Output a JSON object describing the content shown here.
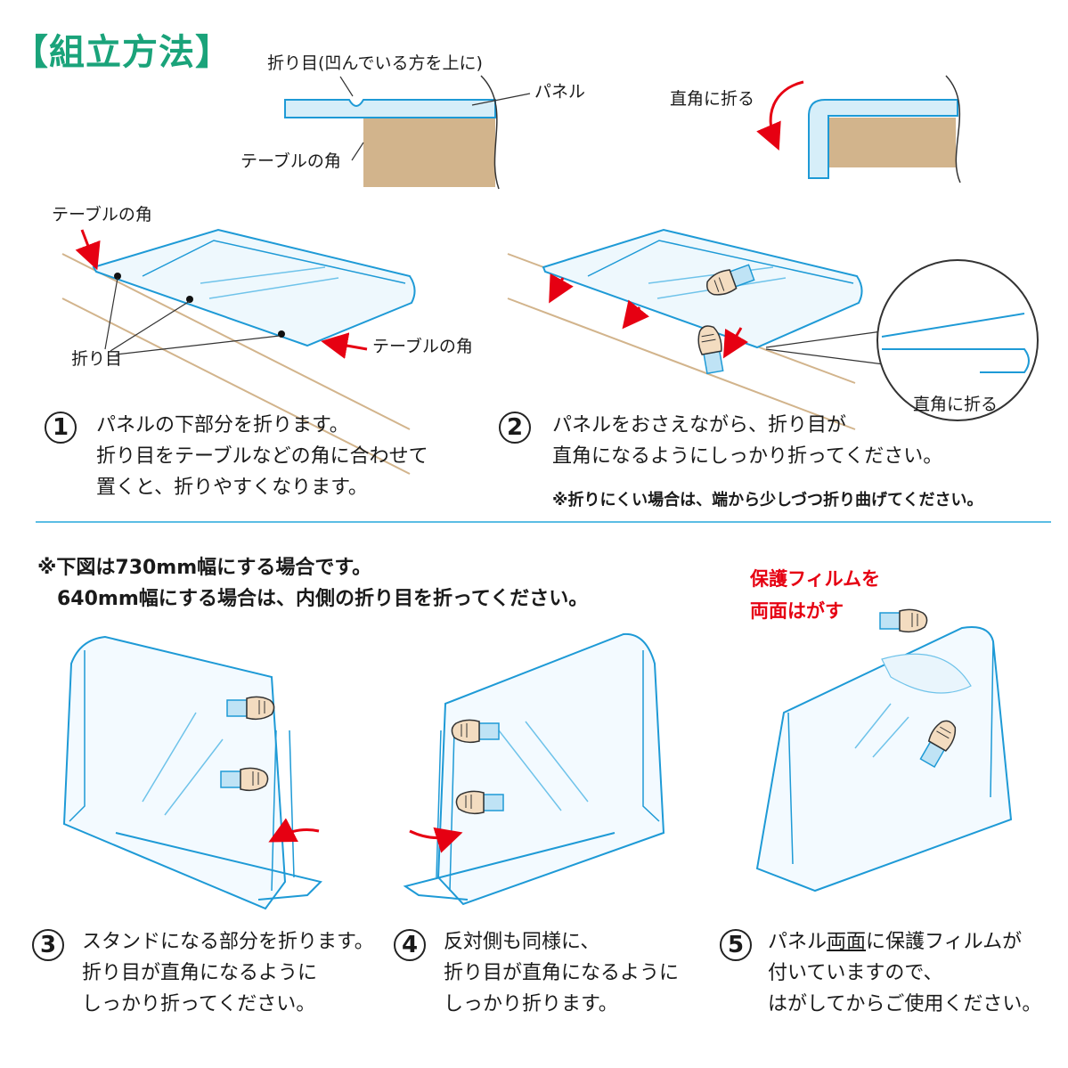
{
  "title": "【組立方法】",
  "top_diagram": {
    "fold_label": "折り目(凹んでいる方を上に)",
    "panel_label": "パネル",
    "table_corner_label": "テーブルの角",
    "right_angle_label": "直角に折る"
  },
  "step1": {
    "number": "1",
    "table_corner_top": "テーブルの角",
    "table_corner_right": "テーブルの角",
    "fold_label": "折り目",
    "text": [
      "パネルの下部分を折ります。",
      "折り目をテーブルなどの角に合わせて",
      "置くと、折りやすくなります。"
    ]
  },
  "step2": {
    "number": "2",
    "zoom_label": "直角に折る",
    "text": [
      "パネルをおさえながら、折り目が",
      "直角になるようにしっかり折ってください。"
    ],
    "note": "※折りにくい場合は、端から少しづつ折り曲げてください。"
  },
  "lower_note": [
    "※下図は730mm幅にする場合です。",
    "640mm幅にする場合は、内側の折り目を折ってください。"
  ],
  "film_note": [
    "保護フィルムを",
    "両面はがす"
  ],
  "step3": {
    "number": "3",
    "text": [
      "スタンドになる部分を折ります。",
      "折り目が直角になるように",
      "しっかり折ってください。"
    ]
  },
  "step4": {
    "number": "4",
    "text": [
      "反対側も同様に、",
      "折り目が直角になるように",
      "しっかり折ります。"
    ]
  },
  "step5": {
    "number": "5",
    "text_a": "パネル",
    "text_b": "両面",
    "text_c": "に保護フィルムが",
    "text_2": "付いていますので、",
    "text_3": "はがしてからご使用ください。"
  },
  "colors": {
    "title": "#1aa37a",
    "panel_stroke": "#1e9ad6",
    "panel_fill": "#d6eef9",
    "table": "#d2b48c",
    "arrow": "#e60012",
    "skin": "#f3dcc0",
    "divider": "#5bbde4"
  }
}
